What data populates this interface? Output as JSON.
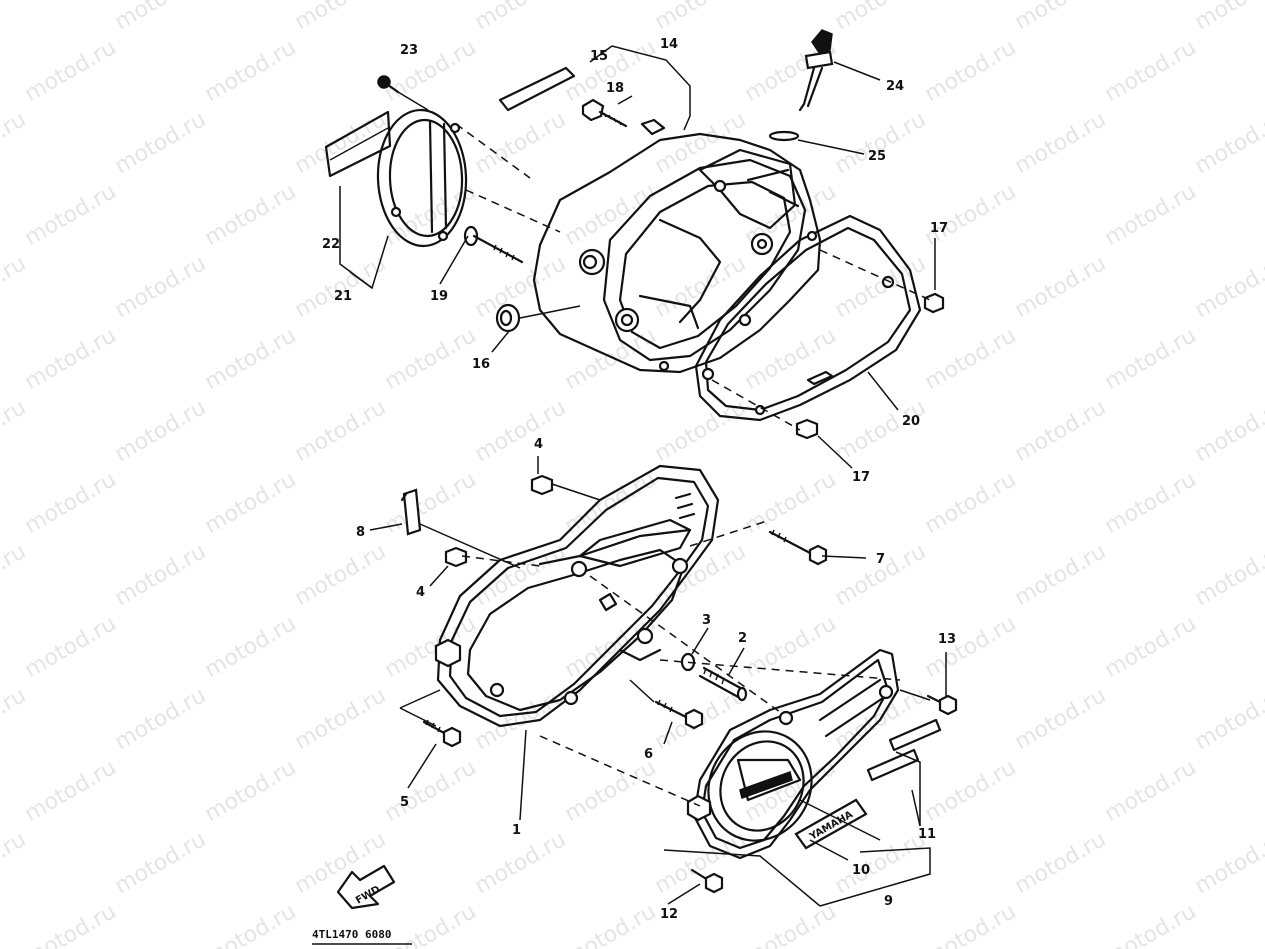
{
  "watermark": "motod.ru",
  "part_code": "4TL1470 6080",
  "badge_text": "YAMAHA",
  "fwd_label": "FWD",
  "callouts": [
    "1",
    "2",
    "3",
    "4",
    "4",
    "5",
    "6",
    "7",
    "8",
    "9",
    "10",
    "11",
    "12",
    "13",
    "14",
    "15",
    "16",
    "17",
    "17",
    "18",
    "19",
    "20",
    "21",
    "22",
    "23",
    "24",
    "25"
  ]
}
